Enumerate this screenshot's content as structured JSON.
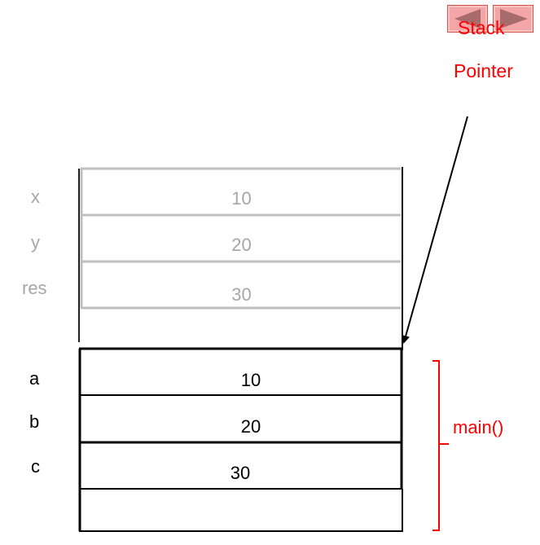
{
  "navigation": {
    "prev_icon": "triangle-left",
    "next_icon": "triangle-right",
    "button_color": "#f4a6a6",
    "icon_color": "#a86b6b"
  },
  "stack_pointer": {
    "label_line1": "Stack",
    "label_line2": "Pointer",
    "color": "#ff0000"
  },
  "popped_frame": {
    "rows": [
      {
        "name": "x",
        "value": "10"
      },
      {
        "name": "y",
        "value": "20"
      },
      {
        "name": "res",
        "value": "30"
      },
      {
        "name": "",
        "value": ""
      }
    ],
    "color": "#a6a6a6"
  },
  "main_frame": {
    "label": "main()",
    "rows": [
      {
        "name": "a",
        "value": "10"
      },
      {
        "name": "b",
        "value": "20"
      },
      {
        "name": "c",
        "value": "30"
      },
      {
        "name": "",
        "value": ""
      }
    ],
    "color": "#000000",
    "bracket_color": "#ff0000"
  }
}
